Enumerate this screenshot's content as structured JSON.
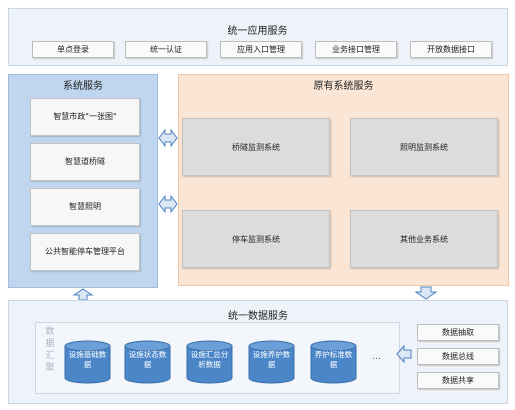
{
  "unified_app": {
    "title": "统一应用服务",
    "items": [
      "单点登录",
      "统一认证",
      "应用入口管理",
      "业务接口管理",
      "开放数据接口"
    ]
  },
  "system_services": {
    "title": "系统服务",
    "items": [
      "智慧市政\"一张图\"",
      "智慧道桥隧",
      "智慧照明",
      "公共智能停车管理平台"
    ]
  },
  "legacy_services": {
    "title": "原有系统服务",
    "items": [
      "桥隧监测系统",
      "照明监测系统",
      "停车监测系统",
      "其他业务系统"
    ]
  },
  "unified_data": {
    "title": "统一数据服务",
    "side_label": "数据汇聚",
    "stores": [
      "设施基础数据",
      "设施状态数据",
      "设施汇总分析数据",
      "设施养护数据",
      "养护标准数据"
    ],
    "ellipsis": "…",
    "operations": [
      "数据抽取",
      "数据总线",
      "数据共享"
    ]
  },
  "colors": {
    "system_panel": "#bfd6ee",
    "legacy_panel": "#fbe6d6",
    "light_panel": "#eef3fa",
    "cylinder": "#4a86c8",
    "arrow_fill": "#dce8f6",
    "arrow_stroke": "#4f7fbf"
  }
}
